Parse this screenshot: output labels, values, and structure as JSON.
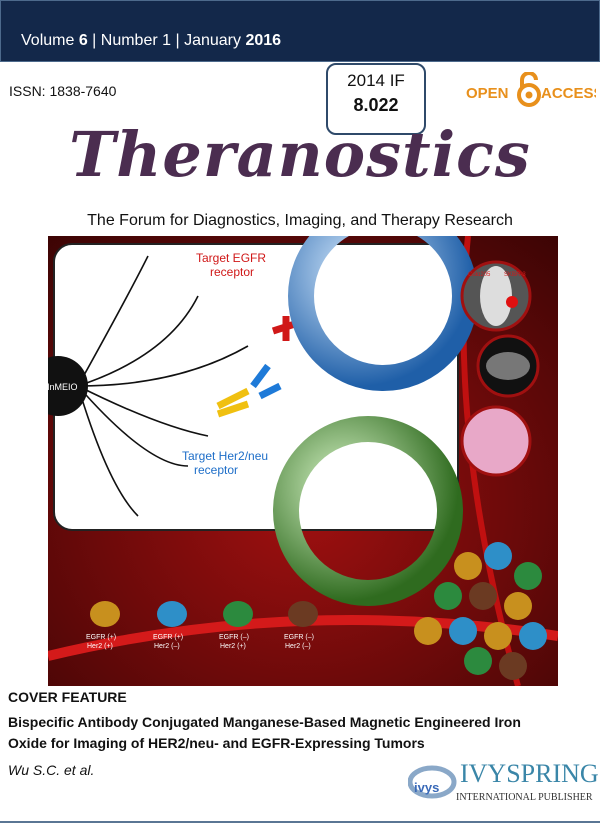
{
  "header": {
    "volume_label": "Volume ",
    "volume": "6",
    "sep1": " | Number 1 | January ",
    "year": "2016"
  },
  "issn": "ISSN: 1838-7640",
  "impact_factor": {
    "label": "2014 IF",
    "value": "8.022"
  },
  "open_access": {
    "left": "OPEN",
    "right": "ACCESS"
  },
  "journal_title": "Theranostics",
  "subtitle": "The Forum for Diagnostics, Imaging, and Therapy Research",
  "figure": {
    "core_label": "MnMEIO",
    "egfr_label": [
      "Target EGFR",
      "receptor"
    ],
    "her2_label": [
      "Target Her2/neu",
      "receptor"
    ],
    "mouse_labels": [
      "Colo205",
      "SKBR-3"
    ],
    "cells": [
      {
        "l1": "EGFR (+)",
        "l2": "Her2 (+)",
        "color": "#c8901e"
      },
      {
        "l1": "EGFR (+)",
        "l2": "Her2 (–)",
        "color": "#2e8fc8"
      },
      {
        "l1": "EGFR (–)",
        "l2": "Her2 (+)",
        "color": "#2c8a3e"
      },
      {
        "l1": "EGFR (–)",
        "l2": "Her2 (–)",
        "color": "#6b3a22"
      }
    ]
  },
  "cover_feature": {
    "heading": "COVER FEATURE",
    "title_line1": "Bispecific Antibody Conjugated Manganese-Based Magnetic Engineered Iron",
    "title_line2": "Oxide for Imaging of HER2/neu- and EGFR-Expressing Tumors",
    "author": "Wu S.C. et al."
  },
  "publisher": {
    "name": "IVYSPRING",
    "tagline": "INTERNATIONAL PUBLISHER",
    "logo_text": "ivyspring"
  },
  "colors": {
    "header": "#13284a",
    "title": "#4b2d50",
    "oa": "#e8901c",
    "figure_bg": "#7a0a0a"
  }
}
